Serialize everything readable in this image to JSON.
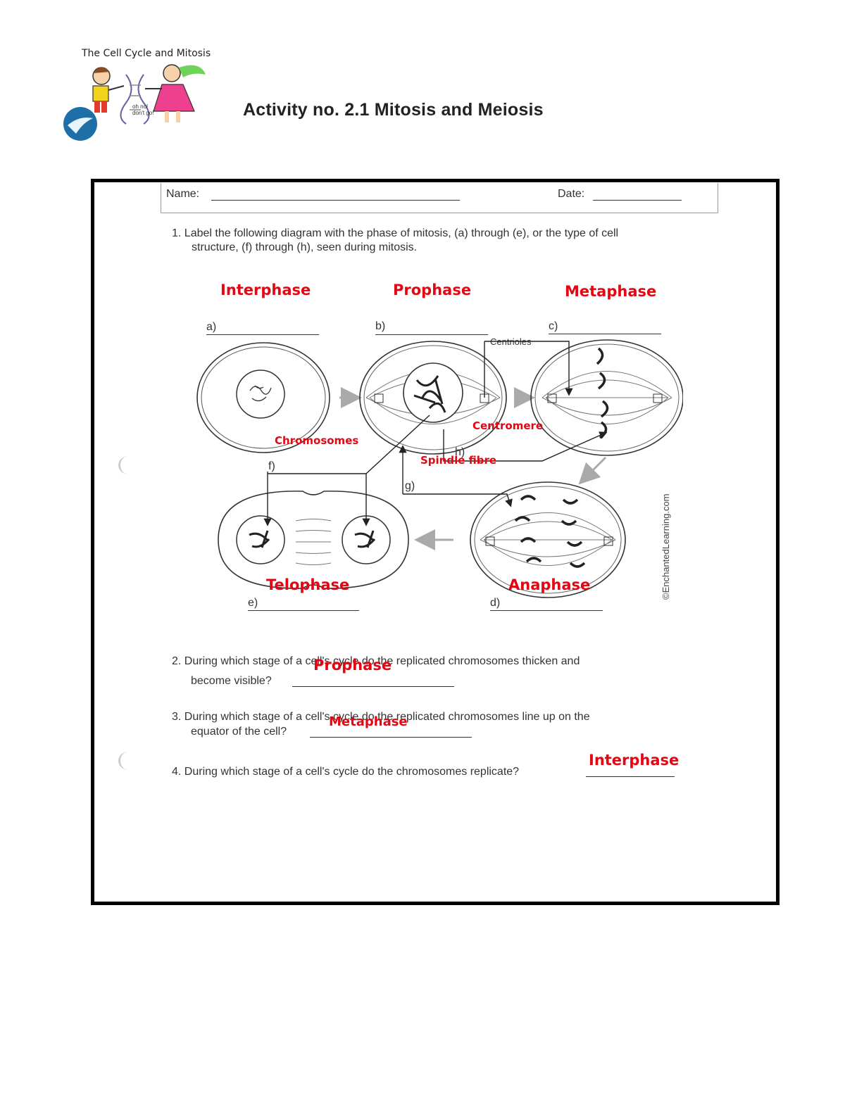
{
  "header": {
    "logo_title": "The Cell Cycle and Mitosis",
    "logo_caption": "oh no! don't go!",
    "activity_title": "Activity no. 2.1 Mitosis and Meiosis"
  },
  "worksheet": {
    "name_label": "Name:",
    "date_label": "Date:",
    "q1_line1": "1.  Label the following diagram with the phase of mitosis, (a) through (e), or the type of cell",
    "q1_line2": "structure, (f) through (h), seen during mitosis.",
    "letters": {
      "a": "a)",
      "b": "b)",
      "c": "c)",
      "d": "d)",
      "e": "e)",
      "f": "f)",
      "g": "g)",
      "h": "h)"
    },
    "centrioles_label": "Centrioles",
    "credit": "©EnchantedLearning.com",
    "q2_line1": "2.  During which stage of a cell's cycle do the replicated chromosomes thicken and",
    "q2_line2": "become visible?",
    "q3_line1": "3.  During which stage of a cell's cycle do the replicated chromosomes line up on the",
    "q3_line2": "equator of the cell?",
    "q4_line1": "4.  During which stage of a cell's cycle do the chromosomes replicate?"
  },
  "answers": {
    "a": "Interphase",
    "b": "Prophase",
    "c": "Metaphase",
    "d": "Anaphase",
    "e": "Telophase",
    "f": "Chromosomes",
    "g": "Centromere",
    "h": "Spindle fibre",
    "q2": "Prophase",
    "q3": "Metaphase",
    "q4": "Interphase"
  },
  "colors": {
    "answer_red": "#e30613",
    "frame": "#000000"
  }
}
